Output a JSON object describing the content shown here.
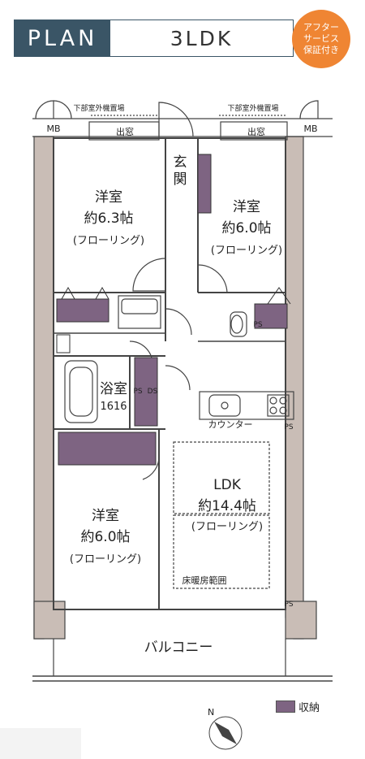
{
  "header": {
    "plan_label": "PLAN",
    "plan_type": "3LDK",
    "badge_lines": [
      "アフター",
      "サービス",
      "保証付き"
    ],
    "colors": {
      "header_dark": "#3a5566",
      "badge": "#ef8533",
      "storage": "#7e6482"
    }
  },
  "floorplan": {
    "rooms": {
      "western_room_1": {
        "name": "洋室",
        "size": "約6.3帖",
        "floor": "(フローリング)"
      },
      "western_room_2": {
        "name": "洋室",
        "size": "約6.0帖",
        "floor": "(フローリング)"
      },
      "western_room_3": {
        "name": "洋室",
        "size": "約6.0帖",
        "floor": "(フローリング)"
      },
      "ldk": {
        "name": "LDK",
        "size": "約14.4帖",
        "floor": "(フローリング)"
      },
      "bathroom": {
        "name": "浴室",
        "size": "1616"
      },
      "entrance": {
        "name": "玄関"
      }
    },
    "labels": {
      "outdoor_unit_left": "下部室外機置場",
      "outdoor_unit_right": "下部室外機置場",
      "window_left": "出窓",
      "window_right": "出窓",
      "mb_left": "MB",
      "mb_right": "MB",
      "ps": "PS",
      "ds": "DS",
      "counter": "カウンター",
      "floor_heating": "床暖房範囲",
      "balcony": "バルコニー",
      "compass_n": "N"
    }
  },
  "legend": {
    "storage_label": "収納"
  }
}
